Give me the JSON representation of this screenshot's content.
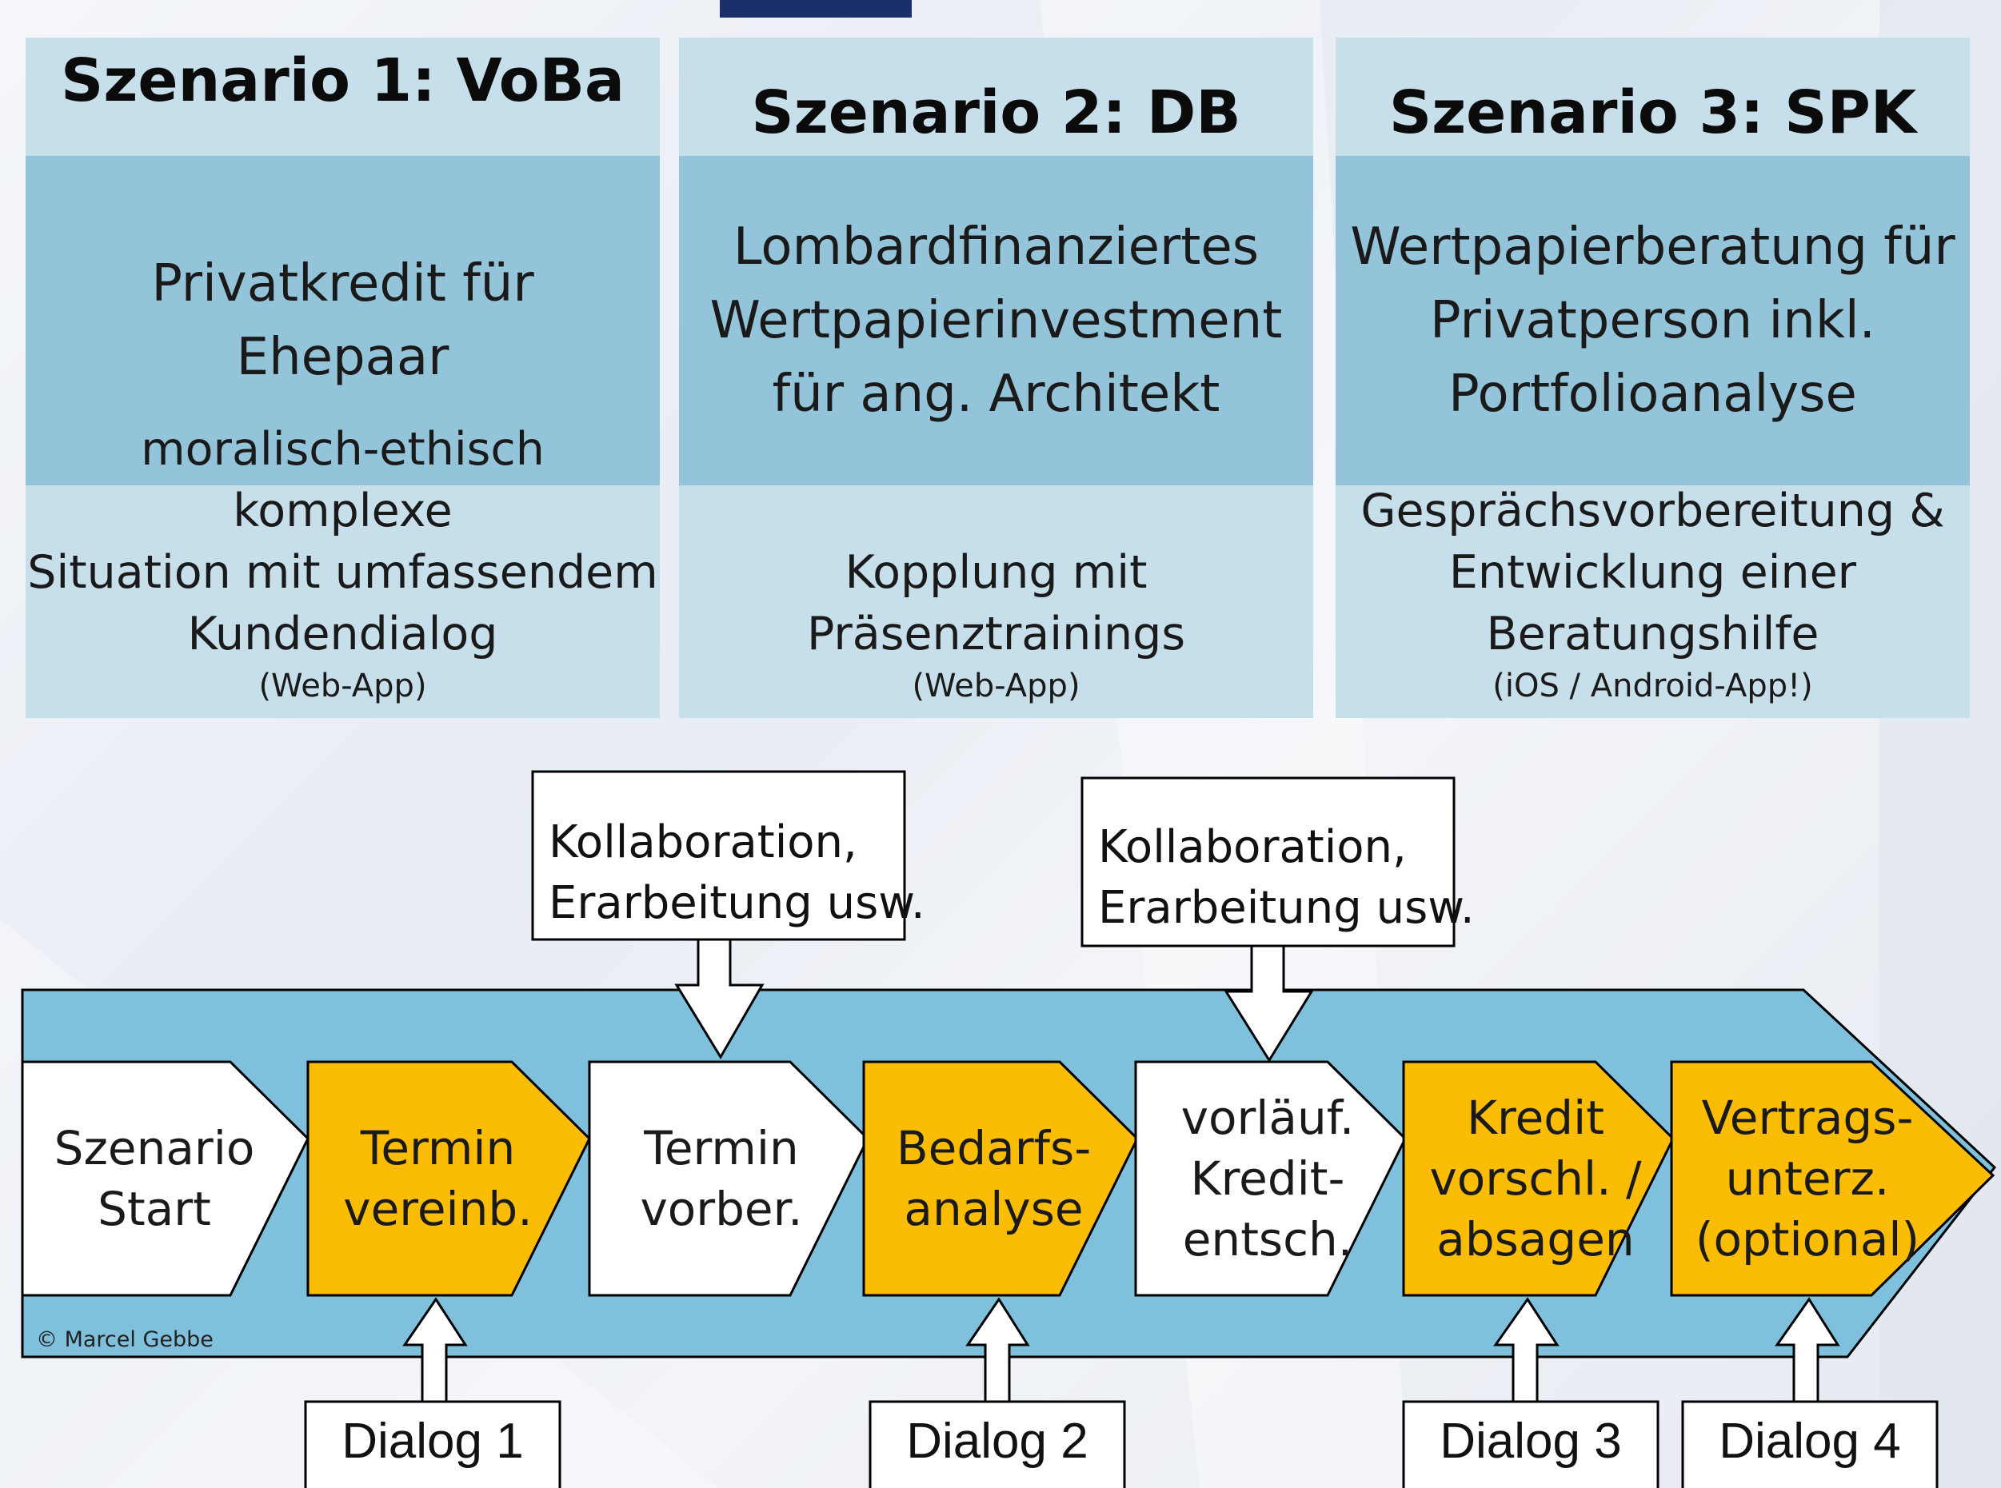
{
  "scenarios": [
    {
      "title": "Szenario 1: VoBa",
      "main": "Privatkredit für\nEhepaar",
      "desc": "moralisch-ethisch komplexe\nSituation mit umfassendem\nKundendialog",
      "platform": "(Web-App)"
    },
    {
      "title": "Szenario 2: DB",
      "main": "Lombardfinanziertes\nWertpapierinvestment\nfür ang. Architekt",
      "desc": "Kopplung mit\nPräsenztrainings",
      "platform": "(Web-App)"
    },
    {
      "title": "Szenario 3: SPK",
      "main": "Wertpapierberatung für\nPrivatperson inkl.\nPortfolioanalyse",
      "desc": "Gesprächsvorbereitung &\nEntwicklung einer\nBeratungshilfe",
      "platform": "(iOS / Android-App!)"
    }
  ],
  "steps": [
    {
      "label": "Szenario\nStart",
      "color": "#ffffff"
    },
    {
      "label": "Termin\nvereinb.",
      "color": "#fbbc04"
    },
    {
      "label": "Termin\nvorber.",
      "color": "#ffffff"
    },
    {
      "label": "Bedarfs-\nanalyse",
      "color": "#fbbc04"
    },
    {
      "label": "vorläuf.\nKredit-\nentsch.",
      "color": "#ffffff"
    },
    {
      "label": "Kredit\nvorschl. /\nabsagen",
      "color": "#fbbc04"
    },
    {
      "label": "Vertrags-\nunterz.\n(optional)",
      "color": "#fbbc04"
    }
  ],
  "notes": [
    {
      "text": "Kollaboration,\nErarbeitung usw."
    },
    {
      "text": "Kollaboration,\nErarbeitung usw."
    }
  ],
  "dialogs": [
    "Dialog 1",
    "Dialog 2",
    "Dialog 3",
    "Dialog 4"
  ],
  "copyright": "© Marcel Gebbe",
  "colors": {
    "band": "#7fc1dc",
    "header": "#c6dfea",
    "mid": "#94c4d9",
    "step_active": "#fbbc04",
    "title": "#1b2f6b"
  }
}
